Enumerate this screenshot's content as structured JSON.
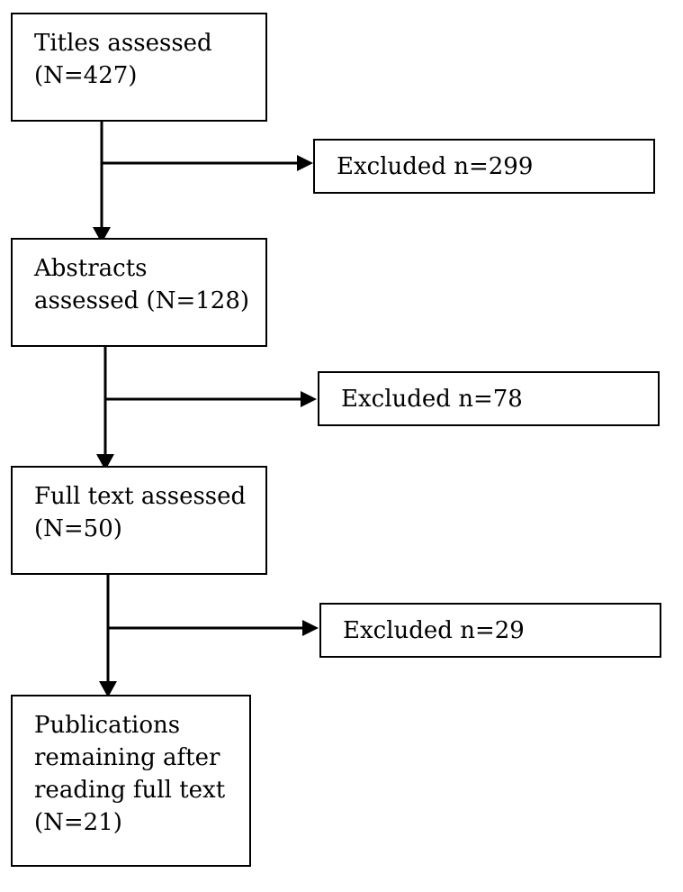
{
  "flow": {
    "titles": {
      "text": "Titles assessed\n(N=427)"
    },
    "abstracts": {
      "text": "Abstracts\nassessed (N=128)"
    },
    "fulltext": {
      "text": "Full text assessed\n(N=50)"
    },
    "publications": {
      "text": "Publications\nremaining after\nreading full text\n(N=21)"
    }
  },
  "excluded": {
    "first": "Excluded n=299",
    "second": "Excluded n=78",
    "third": "Excluded n=29"
  }
}
